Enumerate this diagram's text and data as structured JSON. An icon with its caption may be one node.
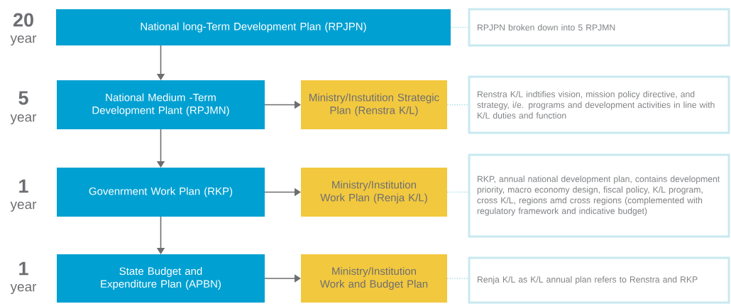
{
  "diagram": {
    "nodes": [
      {
        "text": [
          "National long-Term Development Plan (RPJPN)"
        ]
      },
      {
        "text": [
          "National Medium -Term Development Plant (RPJMN)"
        ]
      },
      {
        "text": [
          "Ministry/Instutition Strategic Plan (Renstra K/L)"
        ]
      },
      {
        "text": [
          "Govenrment Work Plan (RKP)"
        ]
      },
      {
        "text": [
          "Ministry/Institution Work Plan (Renja K/L)"
        ]
      },
      {
        "text": [
          "State Budget and Expenditure Plan (APBN)"
        ]
      },
      {
        "text": [
          "Ministry/Institution Work and Budget Plan"
        ]
      },
      {
        "text": [
          "RPJPN broken down into 5 RPJMN"
        ]
      },
      {
        "text": [
          "Renstra K/L indtifies vision, mission policy directive, and strategy, i/e. programs and development activities in line with K/L duties and function"
        ]
      },
      {
        "text": [
          "RKP, annual national development plan, contains development priority, macro economy design, fiscal policy, K/L program, cross K/L, regions amd cross regions (complemented with regulatory framework and indicative budget)"
        ]
      },
      {
        "text": [
          "Renja K/L as K/L annual plan refers to Renstra and RKP"
        ]
      }
    ],
    "edges": [
      {
        "from": 0,
        "to": 1,
        "arrow": "to"
      },
      {
        "from": 1,
        "to": 3,
        "arrow": "to"
      },
      {
        "from": 3,
        "to": 5,
        "arrow": "to"
      },
      {
        "from": 1,
        "to": 2,
        "arrow": "to"
      },
      {
        "from": 3,
        "to": 4,
        "arrow": "to"
      },
      {
        "from": 5,
        "to": 6,
        "arrow": "to"
      },
      {
        "from": 0,
        "to": 7,
        "arrow": "none",
        "style": "dashed",
        "color": "#a6dce8"
      },
      {
        "from": 2,
        "to": 8,
        "arrow": "none",
        "style": "dashed",
        "color": "#a6dce8"
      },
      {
        "from": 4,
        "to": 9,
        "arrow": "none",
        "style": "dashed",
        "color": "#a6dce8"
      },
      {
        "from": 6,
        "to": 10,
        "arrow": "none",
        "style": "dashed",
        "color": "#a6dce8"
      }
    ],
    "labels": [
      "20",
      "year",
      "5",
      "year",
      "1",
      "year",
      "1",
      "year"
    ]
  }
}
